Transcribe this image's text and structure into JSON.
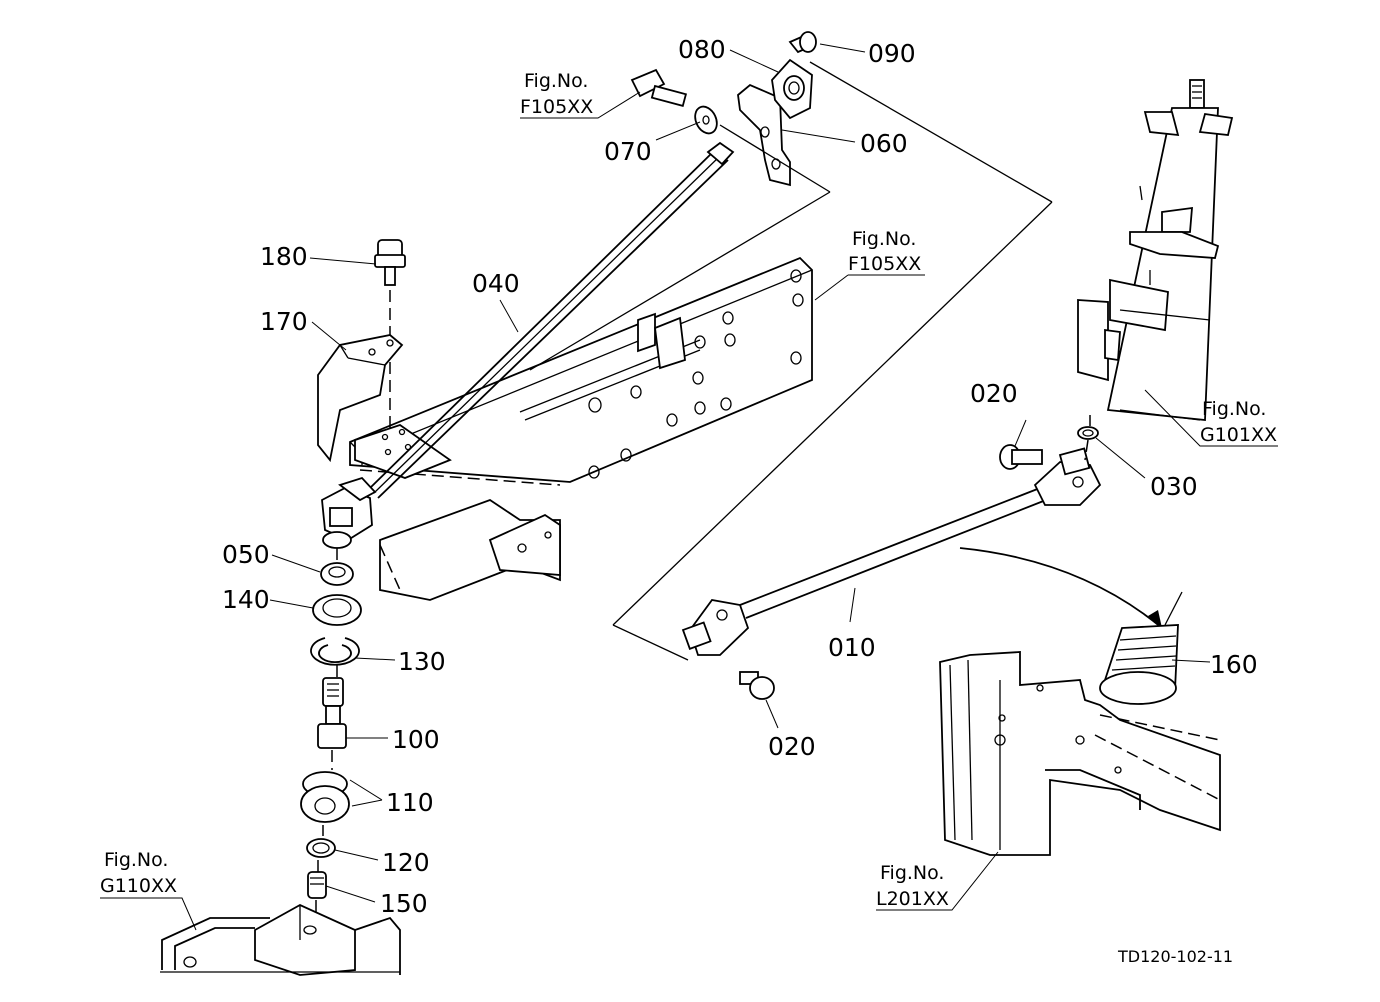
{
  "parts": {
    "p010": "010",
    "p020a": "020",
    "p020b": "020",
    "p030": "030",
    "p040": "040",
    "p050": "050",
    "p060": "060",
    "p070": "070",
    "p080": "080",
    "p090": "090",
    "p100": "100",
    "p110": "110",
    "p120": "120",
    "p130": "130",
    "p140": "140",
    "p150": "150",
    "p160": "160",
    "p170": "170",
    "p180": "180"
  },
  "refs": {
    "fig_label": "Fig.No.",
    "f105_top": "F105XX",
    "f105_mid": "F105XX",
    "g101": "G101XX",
    "g110": "G110XX",
    "l201": "L201XX"
  },
  "drawing_code": "TD120-102-11"
}
